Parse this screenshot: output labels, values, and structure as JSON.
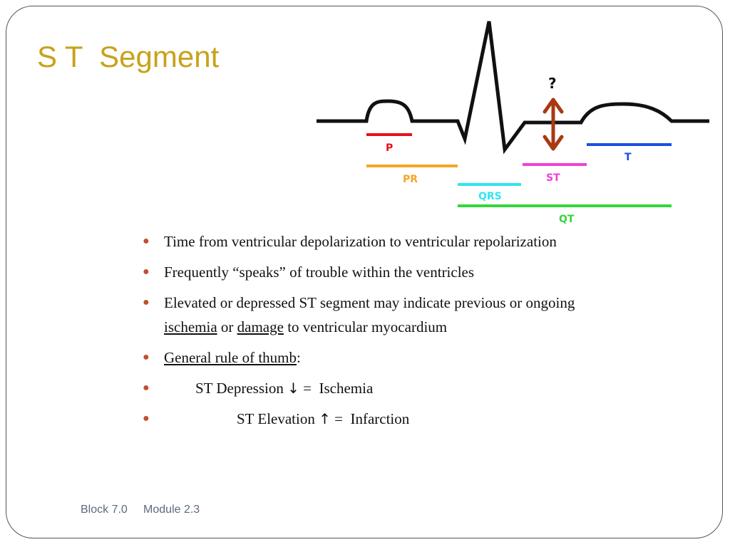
{
  "slide": {
    "title": "S T  Segment",
    "footer": "Block 7.0     Module 2.3"
  },
  "diagram": {
    "question_mark": "?",
    "labels": {
      "p": "P",
      "pr": "PR",
      "qrs": "QRS",
      "st": "ST",
      "t": "T",
      "qt": "QT"
    },
    "colors": {
      "p": "#e8101a",
      "pr": "#f5a623",
      "qrs": "#2ee6f2",
      "st": "#f23fd6",
      "t": "#1d4fdf",
      "qt": "#34d63a",
      "arrow": "#a83a12",
      "trace": "#111111"
    }
  },
  "bullets": {
    "b1": "Time from ventricular depolarization to ventricular repolarization",
    "b2": "Frequently “speaks” of trouble within the ventricles",
    "b3_pre": "Elevated or depressed ST segment may indicate previous or ongoing  ",
    "b3_ischemia": "ischemia",
    "b3_or": " or ",
    "b3_damage": "damage",
    "b3_post": " to ventricular myocardium",
    "b4_rule": "General rule of thumb",
    "b4_colon": ":",
    "b5_pre": "ST Depression ",
    "b5_arrow": "↓",
    "b5_post": " =  Ischemia",
    "b6_pre": "ST Elevation ",
    "b6_arrow": "↑",
    "b6_post": " =  Infarction"
  }
}
